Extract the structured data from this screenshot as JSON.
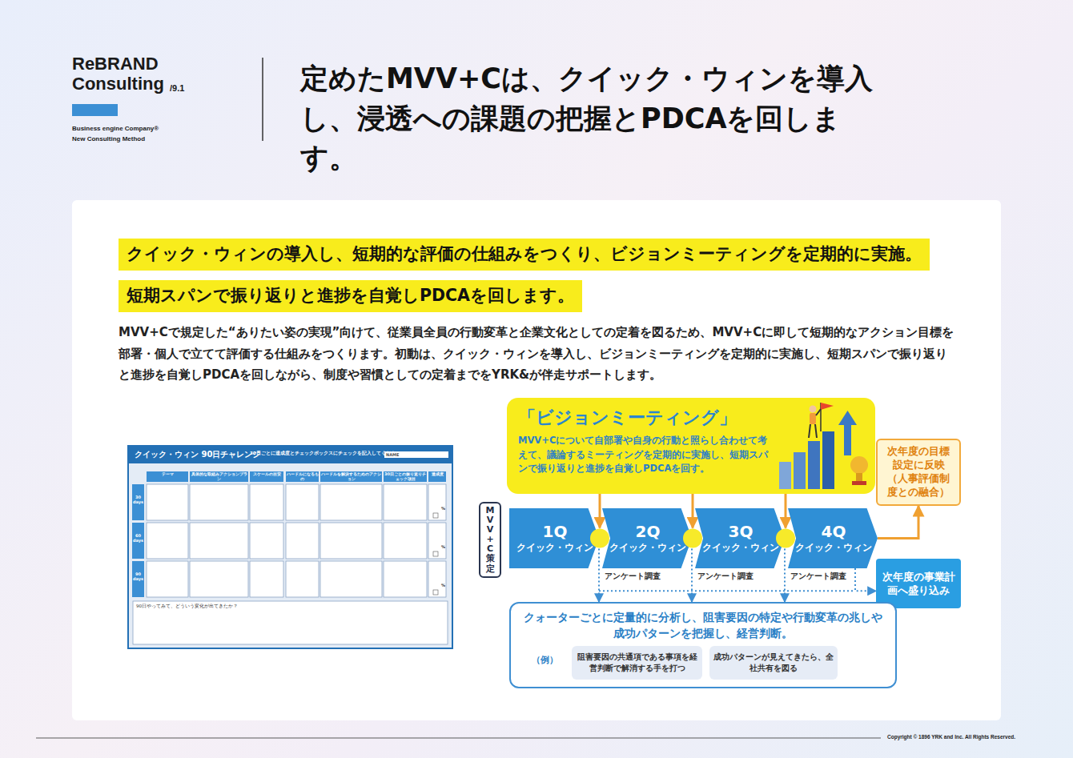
{
  "diagram": {
    "title": "定めたMVV+Cは、クイック・ウィンを導入し、浸透への課題の把握とPDCAを回します。",
    "nodes": [
      {
        "text": [
          "クイック・ウィンの導入し、短期的な評価の仕組みをつくり、ビジョンミーティングを定期的に実施。"
        ]
      },
      {
        "text": [
          "短期スパンで振り返りと進捗を自覚しPDCAを回します。"
        ]
      },
      {
        "text": [
          "クイック・ウィン 90日チャレンジ"
        ]
      },
      {
        "text": [
          "「ビジョンミーティング」",
          "MVV+Cについて自部署や自身の行動と照らし合わせて考えて、議論するミーティングを定期的に実施し、短期スパンで振り返りと進捗を自覚しPDCAを回す。"
        ]
      },
      {
        "text": [
          "MVV+C策定"
        ]
      },
      {
        "text": [
          "1Q",
          "クイック・ウィン"
        ]
      },
      {
        "text": [
          "2Q",
          "クイック・ウィン"
        ]
      },
      {
        "text": [
          "3Q",
          "クイック・ウィン"
        ]
      },
      {
        "text": [
          "4Q",
          "クイック・ウィン"
        ]
      },
      {
        "text": [
          "次年度の目標設定に反映（人事評価制度との融合）"
        ]
      },
      {
        "text": [
          "次年度の事業計画へ盛り込み"
        ]
      },
      {
        "text": [
          "クォーターごとに定量的に分析し、阻害要因の特定や行動変革の兆しや成功パターンを把握し、経営判断。"
        ]
      },
      {
        "text": [
          "阻害要因の共通項である事項を経営判断で解消する手を打つ"
        ],
        "in": 11
      },
      {
        "text": [
          "成功パターンが見えてきたら、全社共有を図る"
        ],
        "in": 11
      }
    ],
    "edges": [
      {
        "from": 3,
        "to": 6,
        "arrow": "to"
      },
      {
        "from": 3,
        "to": 7,
        "arrow": "to"
      },
      {
        "from": 3,
        "to": 8,
        "arrow": "to"
      },
      {
        "from": 8,
        "to": 9,
        "arrow": "to"
      },
      {
        "from": 5,
        "to": 11,
        "label": "アンケート調査",
        "arrow": "to"
      },
      {
        "from": 6,
        "to": 11,
        "label": "アンケート調査",
        "arrow": "to"
      },
      {
        "from": 7,
        "to": 11,
        "label": "アンケート調査",
        "arrow": "to"
      },
      {
        "from": 8,
        "to": 10,
        "arrow": "to"
      }
    ],
    "labels": [
      "ReBRAND Consulting",
      "/9.1",
      "Business engine Company®",
      "New Consulting Method",
      "MVV+Cで規定した“ありたい姿の実現”向けて、従業員全員の行動変革と企業文化としての定着を図るため、MVV+Cに即して短期的なアクション目標を部署・個人で立てて評価する仕組みをつくります。初動は、クイック・ウィンを導入し、ビジョンミーティングを定期的に実施し、短期スパンで振り返りと進捗を自覚しPDCAを回しながら、制度や習慣としての定着までをYRK&が伴走サポートします。",
      "30日ごとに達成度とチェックボックスにチェックを記入してください。",
      "NAME",
      "テーマ",
      "具体的な取組みアクションプラン",
      "スケールの目安",
      "ハードルになるもの",
      "ハードルを解決するためのアクション",
      "30日ごとの振り返りチェック項目",
      "達成度",
      "30 days",
      "60 days",
      "90 days",
      "%",
      "%",
      "%",
      "90日やってみて、どういう変化が出てきたか？",
      "（例）",
      "Copyright © 1896 YRK and Inc. All Rights Reserved."
    ]
  }
}
